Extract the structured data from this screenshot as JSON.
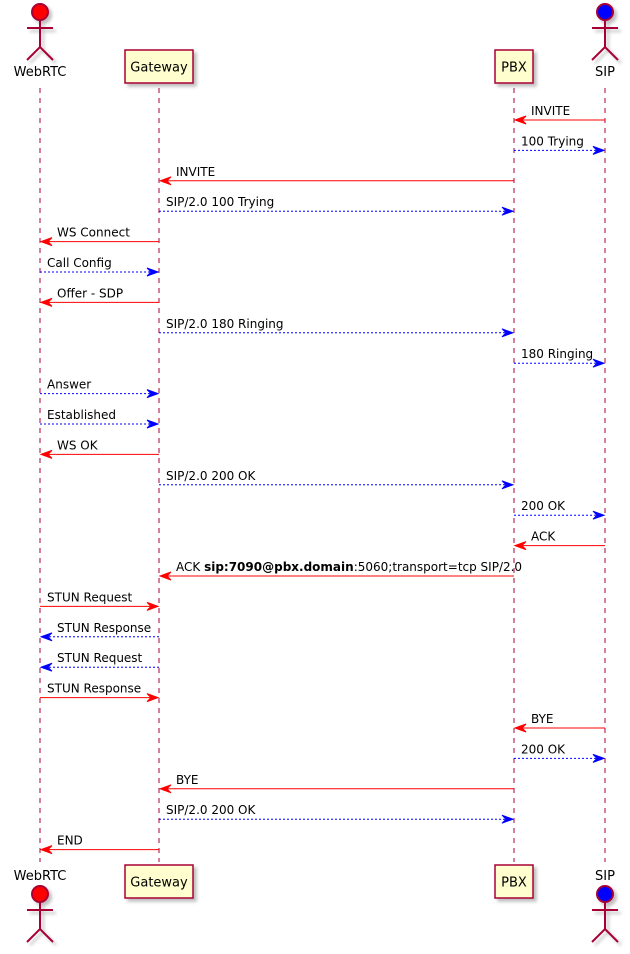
{
  "participants": [
    {
      "id": "webrtc",
      "label": "WebRTC",
      "kind": "actor",
      "head_color": "#FF0000"
    },
    {
      "id": "gateway",
      "label": "Gateway",
      "kind": "box"
    },
    {
      "id": "pbx",
      "label": "PBX",
      "kind": "box"
    },
    {
      "id": "sip",
      "label": "SIP",
      "kind": "actor",
      "head_color": "#0000FF"
    }
  ],
  "messages": [
    {
      "from": "sip",
      "to": "pbx",
      "style": "solid",
      "color": "#FF0000",
      "label": [
        {
          "text": "INVITE"
        }
      ]
    },
    {
      "from": "pbx",
      "to": "sip",
      "style": "dashed",
      "color": "#0000FF",
      "label": [
        {
          "text": "100 Trying"
        }
      ]
    },
    {
      "from": "pbx",
      "to": "gateway",
      "style": "solid",
      "color": "#FF0000",
      "label": [
        {
          "text": "INVITE"
        }
      ]
    },
    {
      "from": "gateway",
      "to": "pbx",
      "style": "dashed",
      "color": "#0000FF",
      "label": [
        {
          "text": "SIP/2.0 100 Trying"
        }
      ]
    },
    {
      "from": "gateway",
      "to": "webrtc",
      "style": "solid",
      "color": "#FF0000",
      "label": [
        {
          "text": "WS Connect"
        }
      ]
    },
    {
      "from": "webrtc",
      "to": "gateway",
      "style": "dashed",
      "color": "#0000FF",
      "label": [
        {
          "text": "Call Config"
        }
      ]
    },
    {
      "from": "gateway",
      "to": "webrtc",
      "style": "solid",
      "color": "#FF0000",
      "label": [
        {
          "text": "Offer - SDP"
        }
      ]
    },
    {
      "from": "gateway",
      "to": "pbx",
      "style": "dashed",
      "color": "#0000FF",
      "label": [
        {
          "text": "SIP/2.0 180 Ringing"
        }
      ]
    },
    {
      "from": "pbx",
      "to": "sip",
      "style": "dashed",
      "color": "#0000FF",
      "label": [
        {
          "text": "180 Ringing"
        }
      ]
    },
    {
      "from": "webrtc",
      "to": "gateway",
      "style": "dashed",
      "color": "#0000FF",
      "label": [
        {
          "text": "Answer"
        }
      ]
    },
    {
      "from": "webrtc",
      "to": "gateway",
      "style": "dashed",
      "color": "#0000FF",
      "label": [
        {
          "text": "Established"
        }
      ]
    },
    {
      "from": "gateway",
      "to": "webrtc",
      "style": "solid",
      "color": "#FF0000",
      "label": [
        {
          "text": "WS OK"
        }
      ]
    },
    {
      "from": "gateway",
      "to": "pbx",
      "style": "dashed",
      "color": "#0000FF",
      "label": [
        {
          "text": "SIP/2.0 200 OK"
        }
      ]
    },
    {
      "from": "pbx",
      "to": "sip",
      "style": "dashed",
      "color": "#0000FF",
      "label": [
        {
          "text": "200 OK"
        }
      ]
    },
    {
      "from": "sip",
      "to": "pbx",
      "style": "solid",
      "color": "#FF0000",
      "label": [
        {
          "text": "ACK"
        }
      ]
    },
    {
      "from": "pbx",
      "to": "gateway",
      "style": "solid",
      "color": "#FF0000",
      "label": [
        {
          "text": "ACK "
        },
        {
          "text": "sip:7090@pbx.domain",
          "bold": true
        },
        {
          "text": ":5060;transport=tcp SIP/2.0"
        }
      ]
    },
    {
      "from": "webrtc",
      "to": "gateway",
      "style": "solid",
      "color": "#FF0000",
      "label": [
        {
          "text": "STUN Request"
        }
      ]
    },
    {
      "from": "gateway",
      "to": "webrtc",
      "style": "dashed",
      "color": "#0000FF",
      "label": [
        {
          "text": "STUN Response"
        }
      ]
    },
    {
      "from": "gateway",
      "to": "webrtc",
      "style": "dashed",
      "color": "#0000FF",
      "label": [
        {
          "text": "STUN Request"
        }
      ]
    },
    {
      "from": "webrtc",
      "to": "gateway",
      "style": "solid",
      "color": "#FF0000",
      "label": [
        {
          "text": "STUN Response"
        }
      ]
    },
    {
      "from": "sip",
      "to": "pbx",
      "style": "solid",
      "color": "#FF0000",
      "label": [
        {
          "text": "BYE"
        }
      ]
    },
    {
      "from": "pbx",
      "to": "sip",
      "style": "dashed",
      "color": "#0000FF",
      "label": [
        {
          "text": "200 OK"
        }
      ]
    },
    {
      "from": "pbx",
      "to": "gateway",
      "style": "solid",
      "color": "#FF0000",
      "label": [
        {
          "text": "BYE"
        }
      ]
    },
    {
      "from": "gateway",
      "to": "pbx",
      "style": "dashed",
      "color": "#0000FF",
      "label": [
        {
          "text": "SIP/2.0 200 OK"
        }
      ]
    },
    {
      "from": "gateway",
      "to": "webrtc",
      "style": "solid",
      "color": "#FF0000",
      "label": [
        {
          "text": "END"
        }
      ]
    }
  ],
  "colors": {
    "lifeline": "#A80036",
    "box_fill": "#FEFECE",
    "box_border": "#A80036"
  }
}
